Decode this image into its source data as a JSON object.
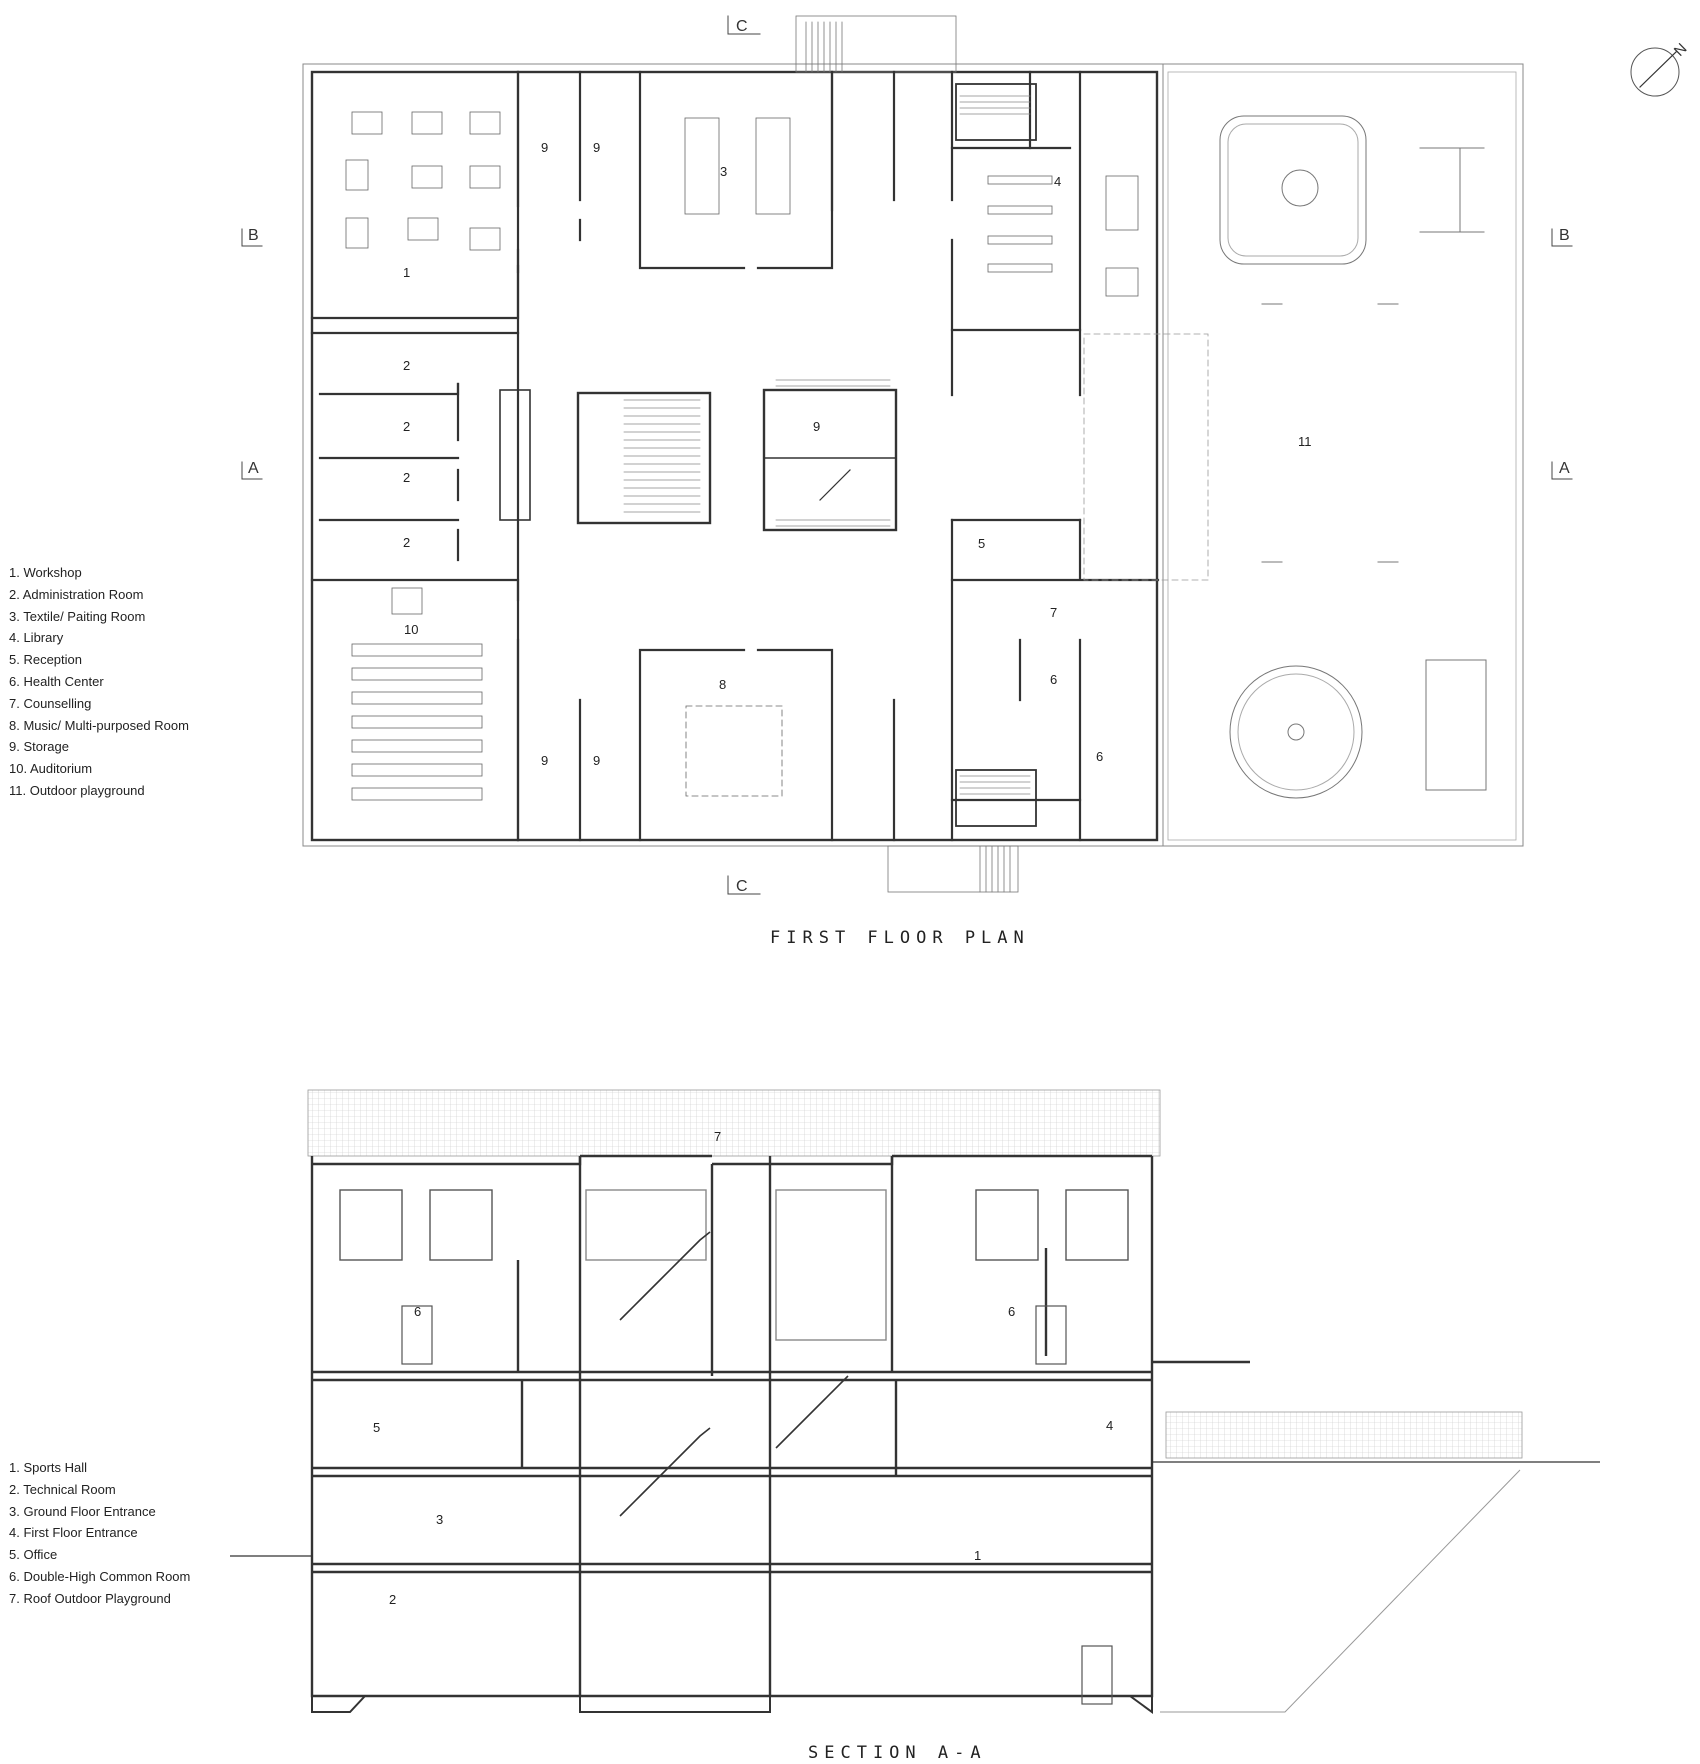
{
  "plan": {
    "title": "FIRST FLOOR PLAN",
    "legend": [
      "1. Workshop",
      "2. Administration Room",
      "3. Textile/ Paiting Room",
      "4. Library",
      "5. Reception",
      "6. Health Center",
      "7. Counselling",
      "8. Music/ Multi-purposed Room",
      "9. Storage",
      "10. Auditorium",
      "11. Outdoor playground"
    ],
    "section_markers": {
      "a": "A",
      "b": "B",
      "c": "C"
    },
    "room_tags": {
      "workshop": "1",
      "admin": "2",
      "textile": "3",
      "library": "4",
      "reception": "5",
      "health": "6",
      "counselling": "7",
      "music": "8",
      "storage": "9",
      "auditorium": "10",
      "playground": "11"
    }
  },
  "section": {
    "title": "SECTION A-A",
    "legend": [
      "1. Sports Hall",
      "2. Technical Room",
      "3. Ground Floor Entrance",
      "4. First Floor Entrance",
      "5. Office",
      "6. Double-High Common Room",
      "7. Roof Outdoor Playground"
    ],
    "room_tags": {
      "sports_hall": "1",
      "technical": "2",
      "ground_entrance": "3",
      "first_entrance": "4",
      "office": "5",
      "common_room": "6",
      "roof_playground": "7"
    }
  },
  "north_label": "N",
  "colors": {
    "line": "#333333",
    "light_line": "#9a9a9a",
    "hatch": "#bdbdbd"
  }
}
